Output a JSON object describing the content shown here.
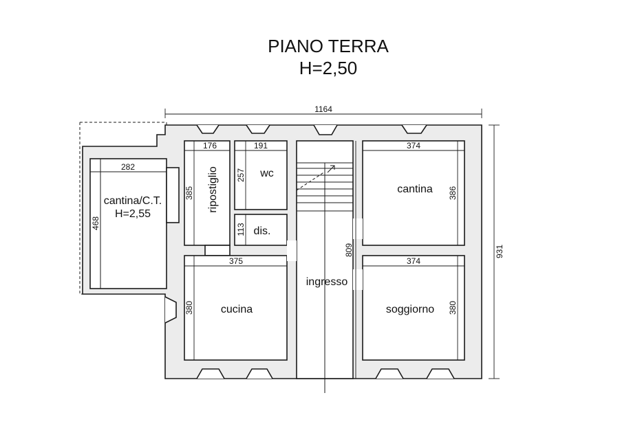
{
  "header": {
    "title": "PIANO TERRA",
    "height": "H=2,50"
  },
  "dimensions": {
    "overall_width": "1164",
    "overall_height": "931",
    "ripostiglio_w": "176",
    "ripostiglio_h": "385",
    "wc_w": "191",
    "wc_h": "257",
    "dis_h": "113",
    "cantina_tr_w": "374",
    "cantina_tr_h": "386",
    "cantina_ct_w": "282",
    "cantina_ct_h": "468",
    "cucina_w": "375",
    "cucina_h": "380",
    "ingresso_h": "809",
    "soggiorno_w": "374",
    "soggiorno_h": "380"
  },
  "rooms": {
    "ripostiglio": "ripostiglio",
    "wc": "wc",
    "dis": "dis.",
    "cantina_tr": "cantina",
    "cantina_ct_1": "cantina/C.T.",
    "cantina_ct_2": "H=2,55",
    "cucina": "cucina",
    "ingresso": "ingresso",
    "soggiorno": "soggiorno"
  }
}
